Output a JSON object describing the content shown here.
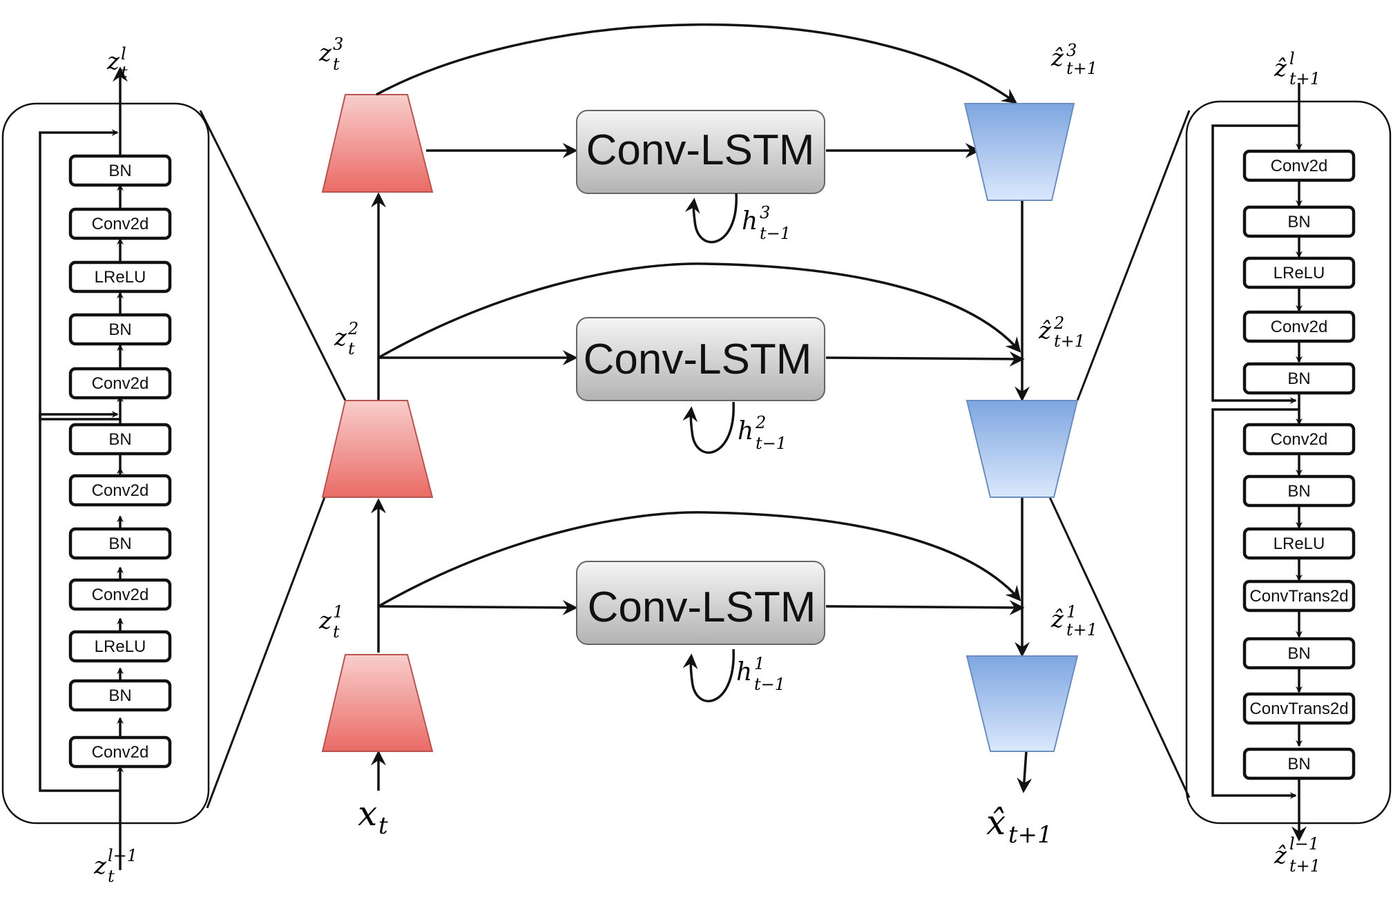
{
  "encoder_block": {
    "output_label": {
      "base": "z",
      "sub": "t",
      "sup": "l"
    },
    "input_label": {
      "base": "z",
      "sub": "t",
      "sup": "l−1"
    },
    "layers": [
      "BN",
      "Conv2d",
      "LReLU",
      "BN",
      "Conv2d",
      "BN",
      "Conv2d",
      "BN",
      "Conv2d",
      "LReLU",
      "BN",
      "Conv2d"
    ]
  },
  "decoder_block": {
    "input_label": {
      "base": "ẑ",
      "sub": "t+1",
      "sup": "l"
    },
    "output_label": {
      "base": "ẑ",
      "sub": "t+1",
      "sup": "l−1"
    },
    "layers": [
      "Conv2d",
      "BN",
      "LReLU",
      "Conv2d",
      "BN",
      "Conv2d",
      "BN",
      "LReLU",
      "ConvTrans2d",
      "BN",
      "ConvTrans2d",
      "BN"
    ]
  },
  "encoders": [
    {
      "label": {
        "base": "z",
        "sub": "t",
        "sup": "3"
      }
    },
    {
      "label": {
        "base": "z",
        "sub": "t",
        "sup": "2"
      }
    },
    {
      "label": {
        "base": "z",
        "sub": "t",
        "sup": "1"
      }
    }
  ],
  "conv_lstm": [
    {
      "label": "Conv-LSTM",
      "hidden": {
        "base": "h",
        "sub": "t−1",
        "sup": "3"
      }
    },
    {
      "label": "Conv-LSTM",
      "hidden": {
        "base": "h",
        "sub": "t−1",
        "sup": "2"
      }
    },
    {
      "label": "Conv-LSTM",
      "hidden": {
        "base": "h",
        "sub": "t−1",
        "sup": "1"
      }
    }
  ],
  "decoders": [
    {
      "label": {
        "base": "ẑ",
        "sub": "t+1",
        "sup": "3"
      }
    },
    {
      "label": {
        "base": "ẑ",
        "sub": "t+1",
        "sup": "2"
      }
    },
    {
      "label": {
        "base": "ẑ",
        "sub": "t+1",
        "sup": "1"
      }
    }
  ],
  "input": {
    "base": "x",
    "sub": "t"
  },
  "output": {
    "base": "x̂",
    "sub": "t+1"
  },
  "colors": {
    "encoder_top": "#f8cecc",
    "encoder_bottom": "#ea6b66",
    "encoder_stroke": "#b85450",
    "decoder_top": "#7ea6e0",
    "decoder_bottom": "#dae8fc",
    "decoder_stroke": "#6c8ebf",
    "lstm_top": "#f5f5f5",
    "lstm_bottom": "#b3b3b3",
    "lstm_stroke": "#666666"
  }
}
